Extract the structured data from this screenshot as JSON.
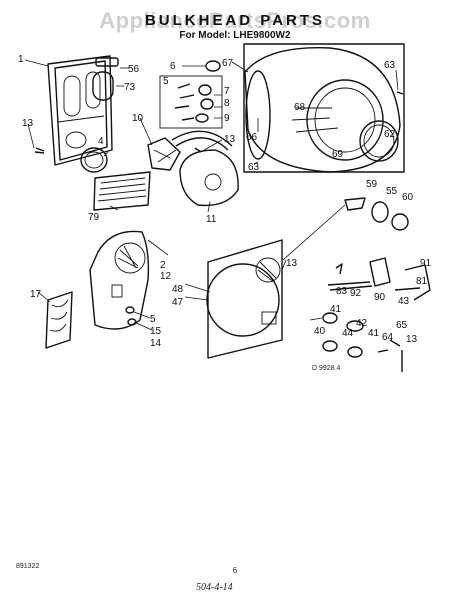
{
  "title": "BULKHEAD PARTS",
  "subtitle": "For Model: LHE9800W2",
  "watermark": "AppliancePartsPros.com",
  "footer": {
    "left_code": "891322",
    "page_number": "6",
    "handwritten": "504-4-14",
    "figure_code": "D 9928 4"
  },
  "callouts": [
    "1",
    "56",
    "73",
    "13",
    "4",
    "6",
    "67",
    "5",
    "7",
    "8",
    "9",
    "10",
    "13",
    "11",
    "63",
    "66",
    "68",
    "69",
    "62",
    "63",
    "79",
    "59",
    "55",
    "60",
    "2",
    "12",
    "17",
    "48",
    "47",
    "5",
    "15",
    "14",
    "13",
    "91",
    "81",
    "83",
    "92",
    "90",
    "43",
    "41",
    "42",
    "44",
    "41",
    "40",
    "64",
    "65",
    "13"
  ]
}
